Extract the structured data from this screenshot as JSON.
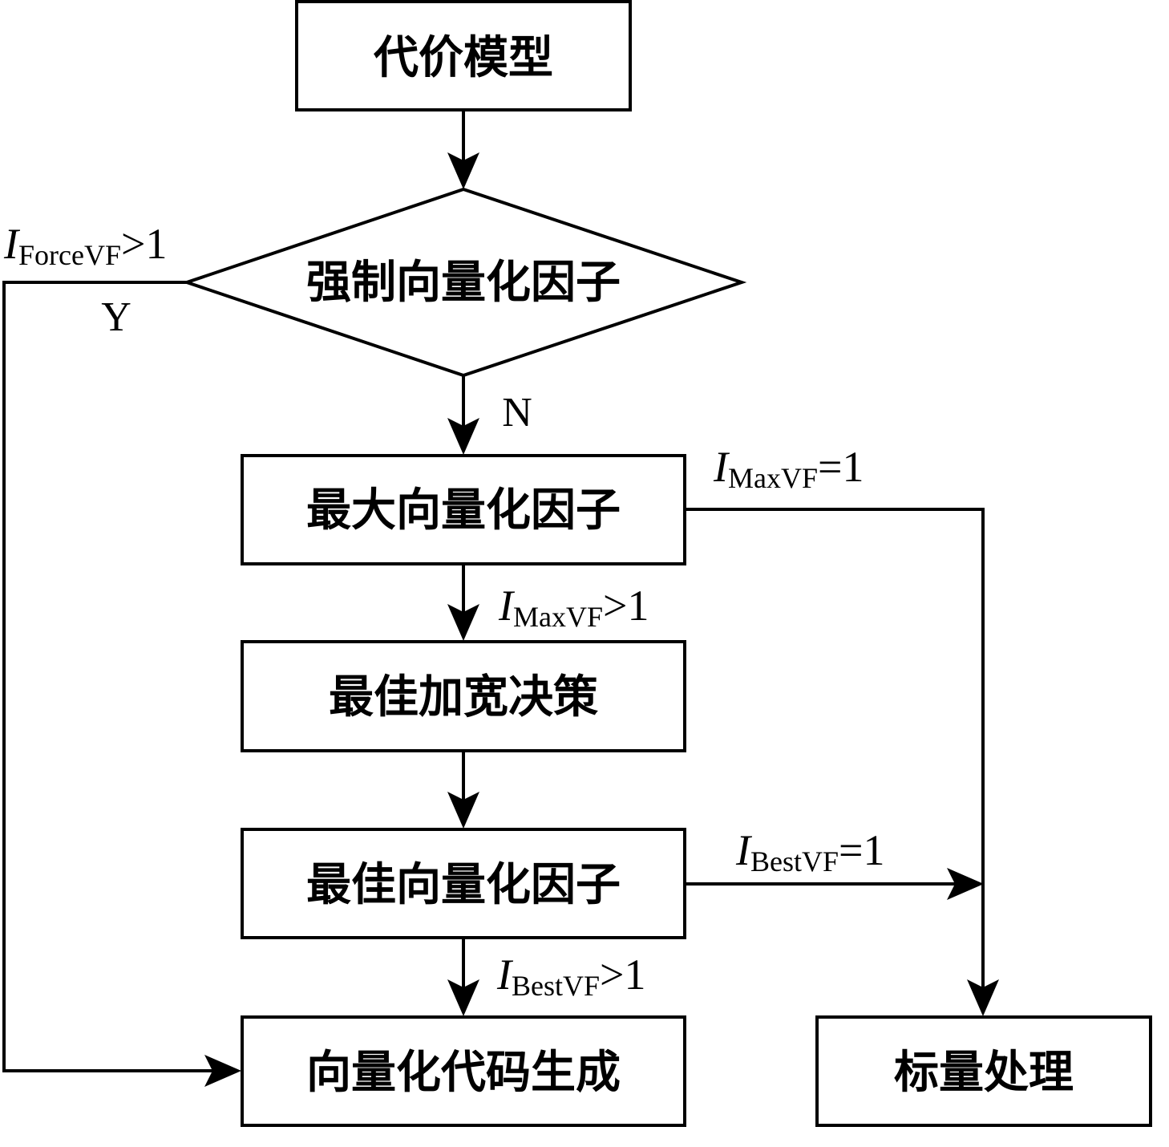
{
  "nodes": {
    "cost_model": "代价模型",
    "force_vf": "强制向量化因子",
    "max_vf": "最大向量化因子",
    "best_widening": "最佳加宽决策",
    "best_vf": "最佳向量化因子",
    "vector_codegen": "向量化代码生成",
    "scalar": "标量处理"
  },
  "edges": {
    "force_vf_yes": {
      "var": "I",
      "sub": "ForceVF",
      "cond": ">1",
      "branch": "Y"
    },
    "force_vf_no": {
      "branch": "N"
    },
    "max_vf_eq1": {
      "var": "I",
      "sub": "MaxVF",
      "cond": "=1"
    },
    "max_vf_gt1": {
      "var": "I",
      "sub": "MaxVF",
      "cond": ">1"
    },
    "best_vf_eq1": {
      "var": "I",
      "sub": "BestVF",
      "cond": "=1"
    },
    "best_vf_gt1": {
      "var": "I",
      "sub": "BestVF",
      "cond": ">1"
    }
  },
  "colors": {
    "stroke": "#000000",
    "background": "#ffffff"
  }
}
